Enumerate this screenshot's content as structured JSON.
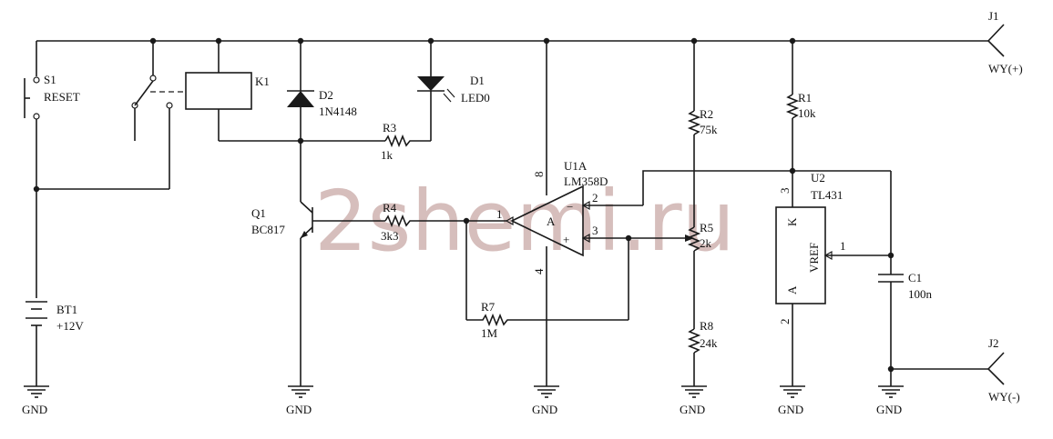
{
  "watermark": "2shemi.ru",
  "components": {
    "s1": {
      "ref": "S1",
      "value": "RESET"
    },
    "k1": {
      "ref": "K1"
    },
    "d2": {
      "ref": "D2",
      "value": "1N4148"
    },
    "d1": {
      "ref": "D1",
      "value": "LED0"
    },
    "r3": {
      "ref": "R3",
      "value": "1k"
    },
    "q1": {
      "ref": "Q1",
      "value": "BC817"
    },
    "r4": {
      "ref": "R4",
      "value": "3k3"
    },
    "u1": {
      "ref": "U1A",
      "value": "LM358D",
      "inner": "A",
      "pin1": "1",
      "pin2": "2",
      "pin3": "3",
      "pin4": "4",
      "pin8": "8",
      "minus": "−",
      "plus": "+"
    },
    "r7": {
      "ref": "R7",
      "value": "1M"
    },
    "r2": {
      "ref": "R2",
      "value": "75k"
    },
    "r5": {
      "ref": "R5",
      "value": "2k"
    },
    "r8": {
      "ref": "R8",
      "value": "24k"
    },
    "r1": {
      "ref": "R1",
      "value": "10k"
    },
    "u2": {
      "ref": "U2",
      "value": "TL431",
      "k": "K",
      "a": "A",
      "vref": "VREF",
      "pin1": "1",
      "pin2": "2",
      "pin3": "3"
    },
    "c1": {
      "ref": "C1",
      "value": "100n"
    },
    "bt1": {
      "ref": "BT1",
      "value": "+12V"
    },
    "j1": {
      "ref": "J1",
      "value": "WY(+)"
    },
    "j2": {
      "ref": "J2",
      "value": "WY(-)"
    }
  },
  "gnd_label": "GND"
}
